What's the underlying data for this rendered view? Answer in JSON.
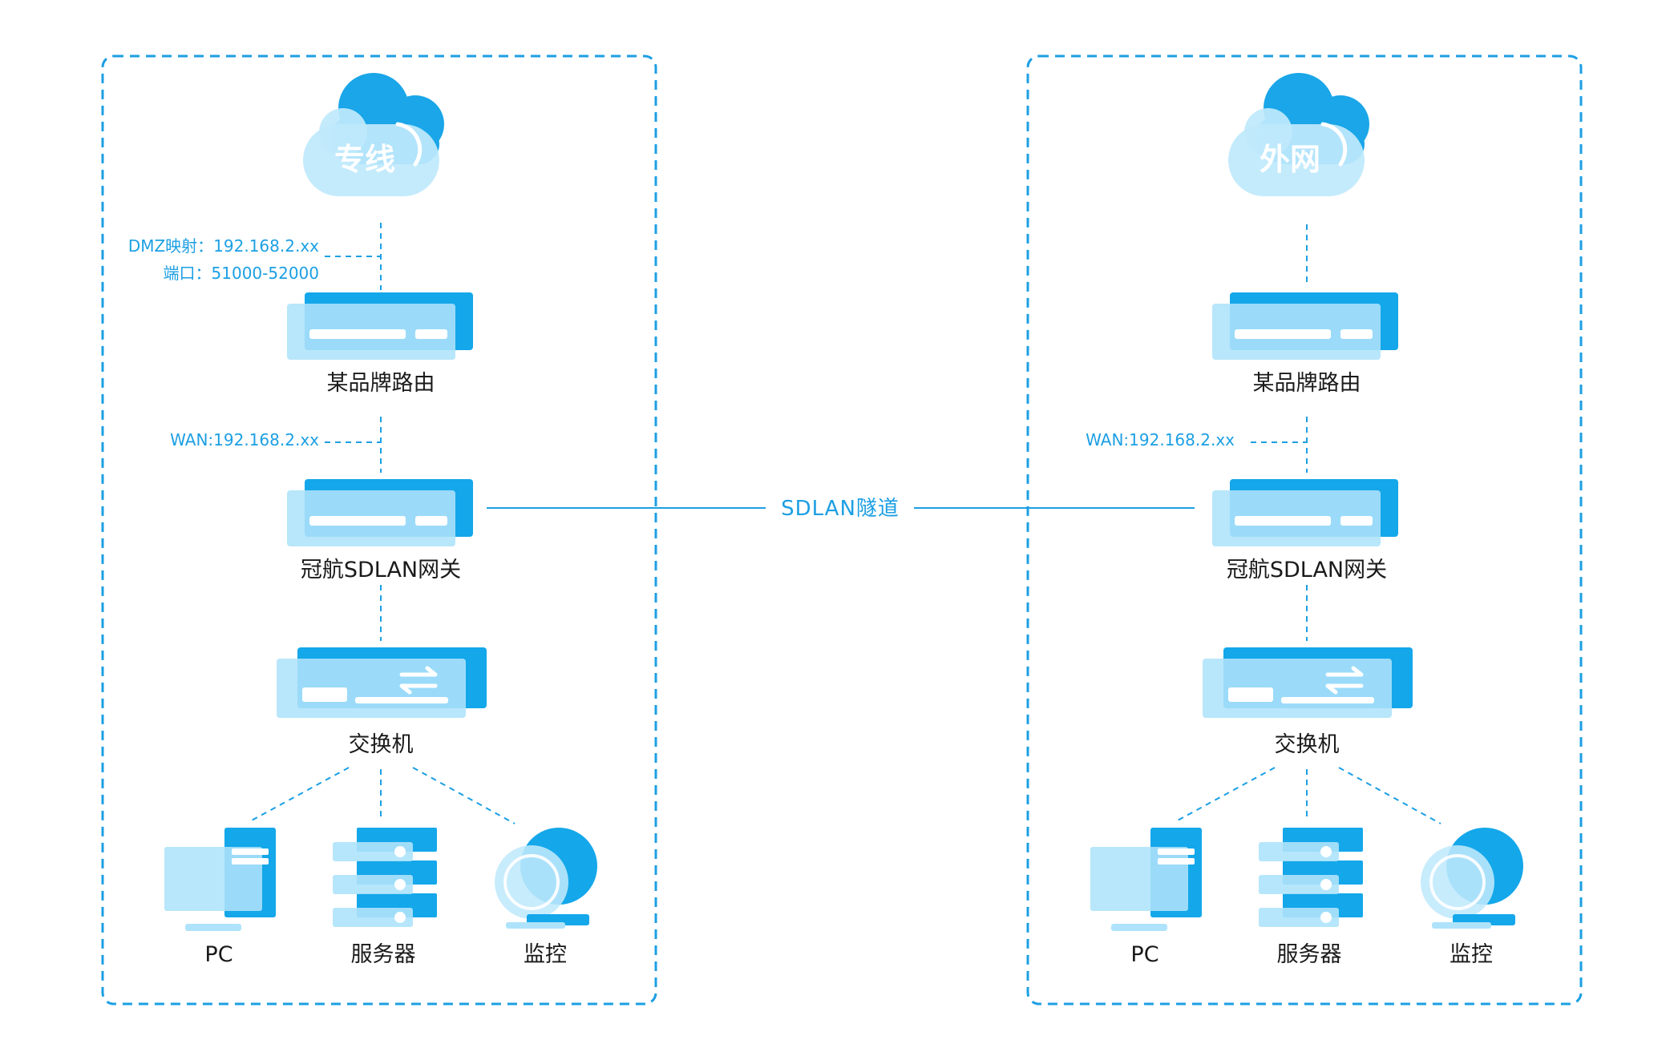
{
  "colors": {
    "primary": "#1c9fe3",
    "device_dark": "#14a7ea",
    "device_light": "#aee3fb",
    "text": "#1a1a1a"
  },
  "tunnel_label": "SDLAN隧道",
  "left": {
    "cloud_label": "专线",
    "dmz_line1": "DMZ映射：192.168.2.xx",
    "dmz_line2": "端口：51000-52000",
    "router_label": "某品牌路由",
    "wan_label": "WAN:192.168.2.xx",
    "gateway_label": "冠航SDLAN网关",
    "switch_label": "交换机",
    "pc_label": "PC",
    "server_label": "服务器",
    "camera_label": "监控"
  },
  "right": {
    "cloud_label": "外网",
    "router_label": "某品牌路由",
    "wan_label": "WAN:192.168.2.xx",
    "gateway_label": "冠航SDLAN网关",
    "switch_label": "交换机",
    "pc_label": "PC",
    "server_label": "服务器",
    "camera_label": "监控"
  }
}
